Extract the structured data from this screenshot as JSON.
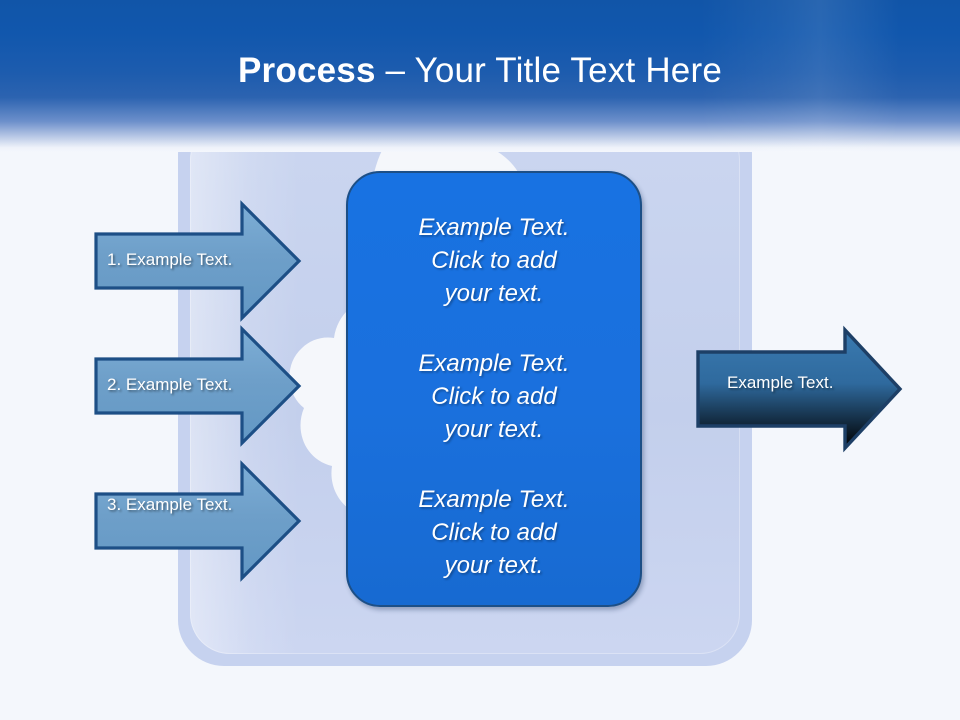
{
  "slide": {
    "title_bold": "Process",
    "title_rest": " – Your Title Text Here",
    "colors": {
      "header_blue": "#1155a8",
      "panel_lavender": "#c6d2ef",
      "center_box_blue": "#1872e2",
      "center_box_border": "#1d4f86",
      "left_arrow_fill": "#6e9fc9",
      "left_arrow_border": "#1d4f86",
      "right_arrow_fill": "#2f6a9e",
      "right_arrow_border": "#1d3f66",
      "page_background": "#f4f7fc",
      "text_white": "#ffffff"
    }
  },
  "left_arrows": [
    {
      "label": "1. Example Text."
    },
    {
      "label": "2. Example Text."
    },
    {
      "label": "3. Example Text."
    }
  ],
  "center_box": {
    "blocks": [
      "Example Text.\nClick  to add\nyour text.",
      "Example Text.\nClick  to add\nyour text.",
      "Example Text.\nClick  to add\nyour text."
    ]
  },
  "right_arrow": {
    "label": "Example Text."
  }
}
